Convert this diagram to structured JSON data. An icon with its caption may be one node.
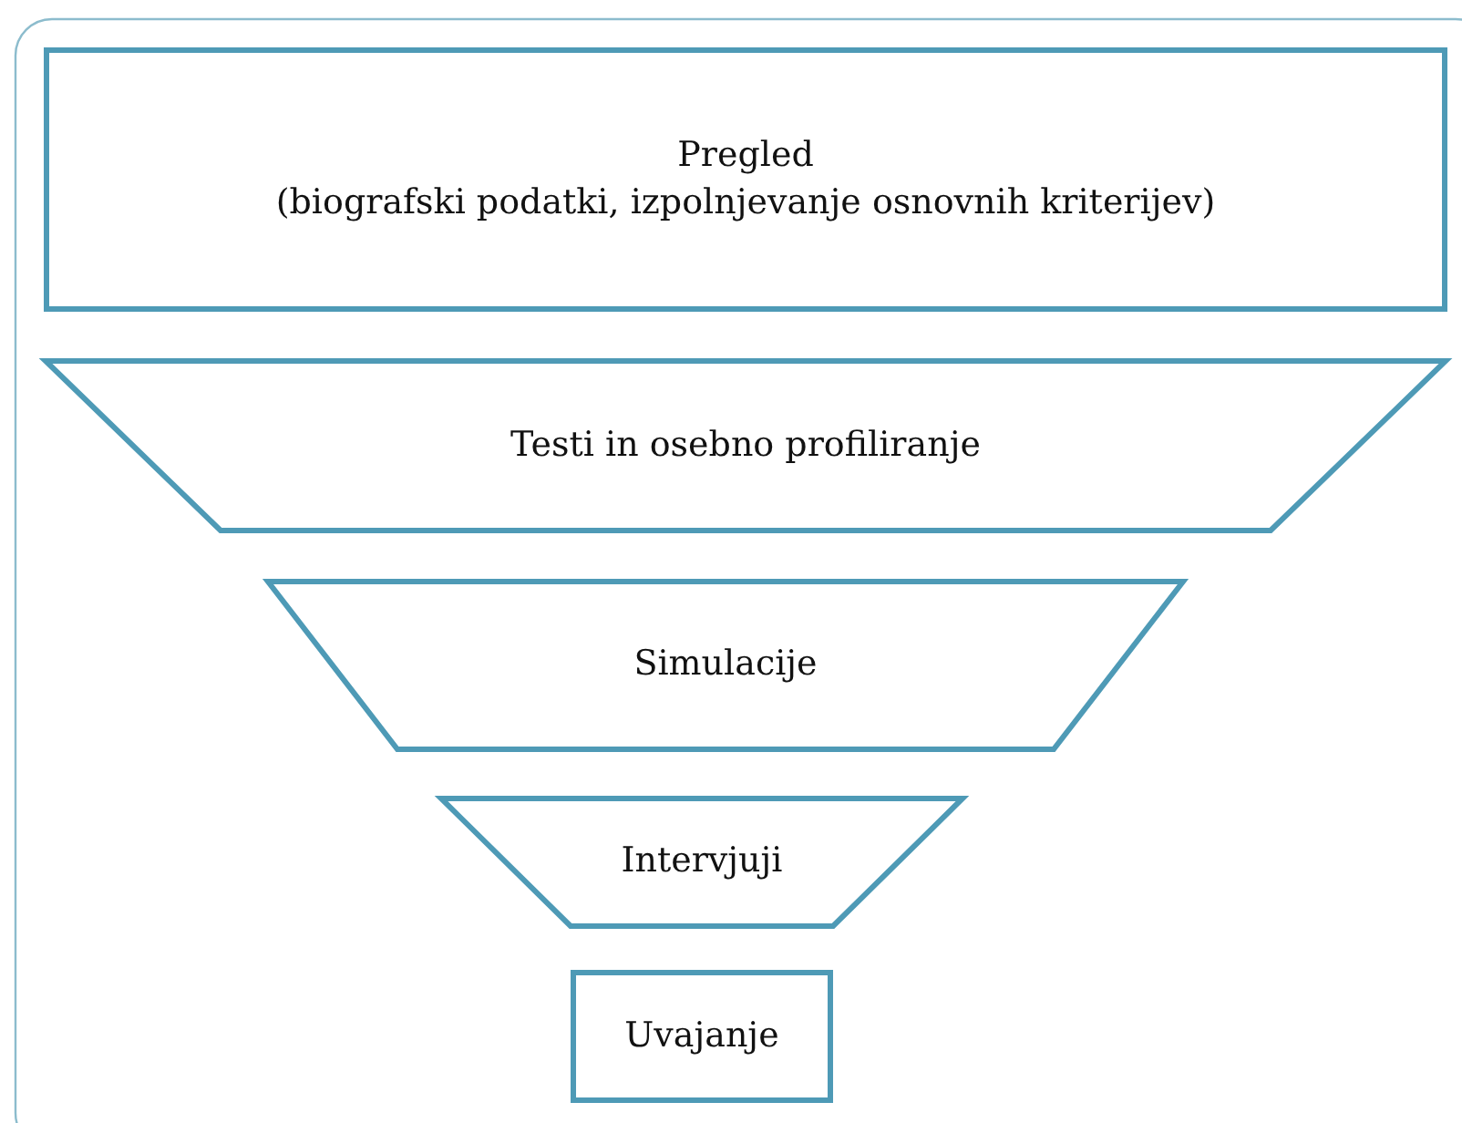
{
  "diagram": {
    "nodes": [
      {
        "text": [
          "Pregled",
          "(biografski podatki, izpolnjevanje osnovnih kriterijev)"
        ]
      },
      {
        "text": [
          "Testi in osebno profiliranje"
        ]
      },
      {
        "text": [
          "Simulacije"
        ]
      },
      {
        "text": [
          "Intervjuji"
        ]
      },
      {
        "text": [
          "Uvajanje"
        ]
      }
    ]
  }
}
